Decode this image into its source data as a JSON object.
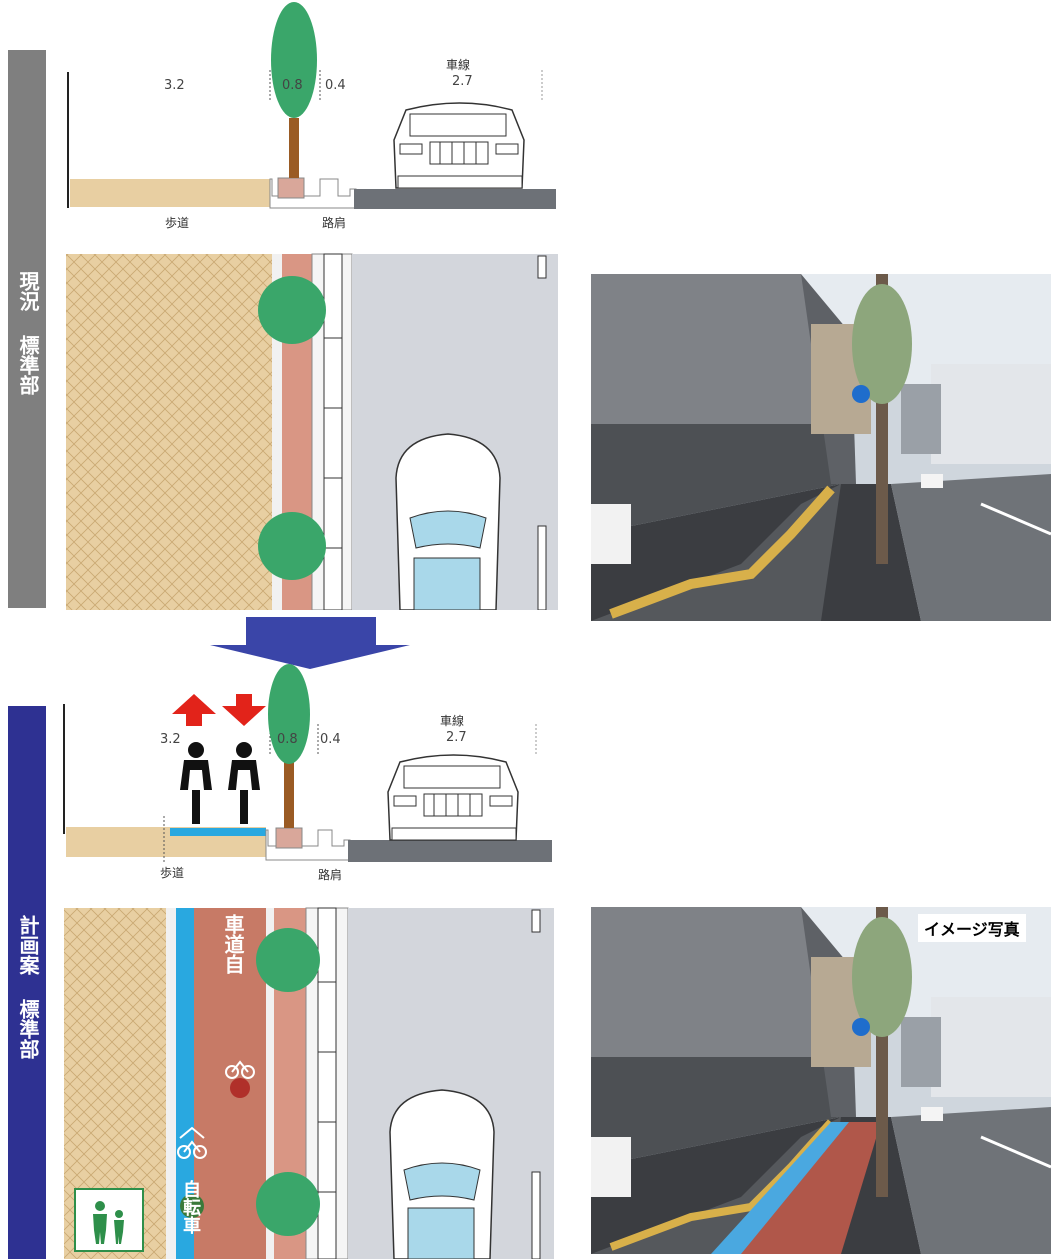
{
  "current": {
    "side_label": "現況 標準部",
    "dims": {
      "sidewalk": "3.2",
      "tree": "0.8",
      "gutter": "0.4",
      "lane_label": "車線",
      "lane": "2.7"
    },
    "labels": {
      "sidewalk": "歩道",
      "shoulder": "路肩"
    }
  },
  "plan": {
    "side_label": "計画案 標準部",
    "dims": {
      "sidewalk": "3.2",
      "tree": "0.8",
      "gutter": "0.4",
      "lane_label": "車線",
      "lane": "2.7"
    },
    "labels": {
      "sidewalk": "歩道",
      "shoulder": "路肩"
    },
    "road_marking_top": "車道自",
    "road_marking_bottom": "自転車",
    "image_tag": "イメージ写真"
  },
  "colors": {
    "current_bar": "#7f7f7f",
    "plan_bar": "#2e3192",
    "arrow": "#3a45a8",
    "sidewalk": "#e8cfa2",
    "bike_lane": "#c77a66",
    "blue_line": "#29a8e0",
    "tree": "#3aa66a",
    "road": "#d3d6dc"
  }
}
